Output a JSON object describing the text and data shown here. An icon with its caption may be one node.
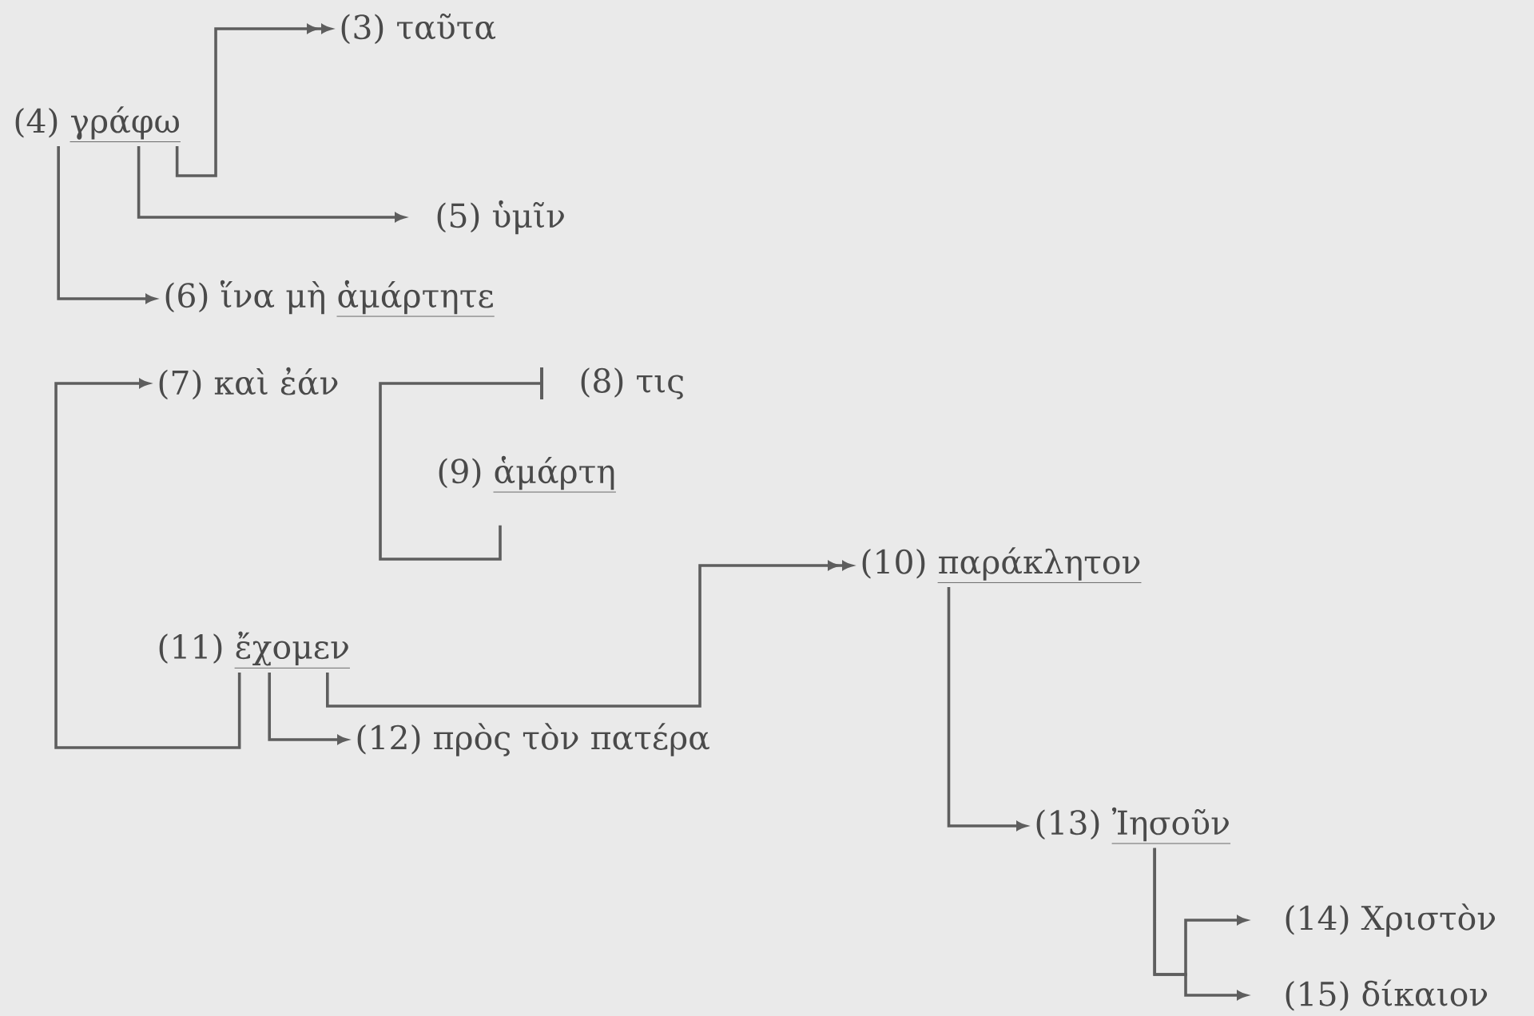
{
  "diagram": {
    "nodes": [
      {
        "text": [
          "(3) ταῦτα"
        ]
      },
      {
        "text": [
          "(4)",
          "γράφω"
        ]
      },
      {
        "text": [
          "(5) ὑμῖν"
        ]
      },
      {
        "text": [
          "(6) ἵνα μὴ",
          "ἁμάρτητε"
        ]
      },
      {
        "text": [
          "(7) καὶ ἐάν"
        ]
      },
      {
        "text": [
          "(8) τις"
        ]
      },
      {
        "text": [
          "(9)",
          "ἁμάρτη"
        ]
      },
      {
        "text": [
          "(10)",
          "παράκλητον"
        ]
      },
      {
        "text": [
          "(11)",
          "ἔχομεν"
        ]
      },
      {
        "text": [
          "(12) πρὸς τὸν πατέρα"
        ]
      },
      {
        "text": [
          "(13)",
          "Ἰησοῦν"
        ]
      },
      {
        "text": [
          "(14) Χριστὸν"
        ]
      },
      {
        "text": [
          "(15) δίκαιον"
        ]
      }
    ],
    "edges": [
      {
        "from": 1,
        "to": 0,
        "arrow": "to"
      },
      {
        "from": 1,
        "to": 2,
        "arrow": "to"
      },
      {
        "from": 1,
        "to": 3,
        "arrow": "to"
      },
      {
        "from": 8,
        "to": 4,
        "arrow": "to"
      },
      {
        "from": 6,
        "to": 5,
        "arrow": "other"
      },
      {
        "from": 8,
        "to": 9,
        "arrow": "to"
      },
      {
        "from": 8,
        "to": 7,
        "arrow": "to"
      },
      {
        "from": 7,
        "to": 10,
        "arrow": "to"
      },
      {
        "from": 10,
        "to": 11,
        "arrow": "to"
      },
      {
        "from": 10,
        "to": 12,
        "arrow": "to"
      }
    ]
  }
}
